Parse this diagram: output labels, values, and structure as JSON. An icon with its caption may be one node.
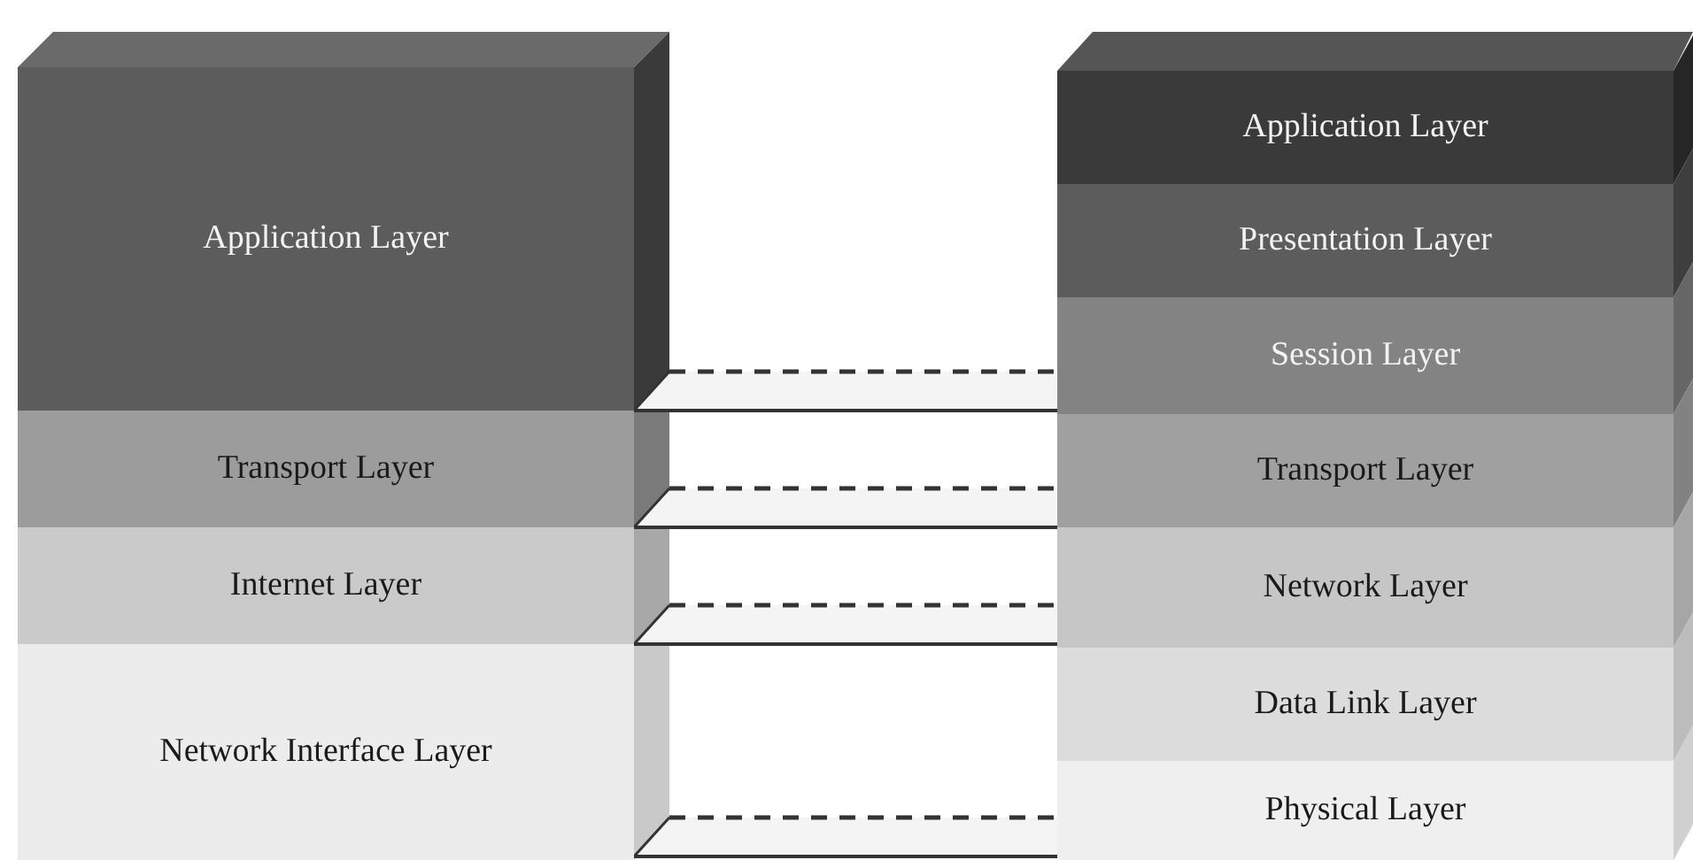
{
  "diagram": {
    "nodes": [
      {
        "text": [
          "Application Layer"
        ]
      },
      {
        "text": [
          "Transport Layer"
        ]
      },
      {
        "text": [
          "Internet Layer"
        ]
      },
      {
        "text": [
          "Network Interface Layer"
        ]
      },
      {
        "text": [
          "Application Layer"
        ]
      },
      {
        "text": [
          "Presentation Layer"
        ]
      },
      {
        "text": [
          "Session Layer"
        ]
      },
      {
        "text": [
          "Transport Layer"
        ]
      },
      {
        "text": [
          "Network Layer"
        ]
      },
      {
        "text": [
          "Data Link Layer"
        ]
      },
      {
        "text": [
          "Physical Layer"
        ]
      }
    ]
  }
}
